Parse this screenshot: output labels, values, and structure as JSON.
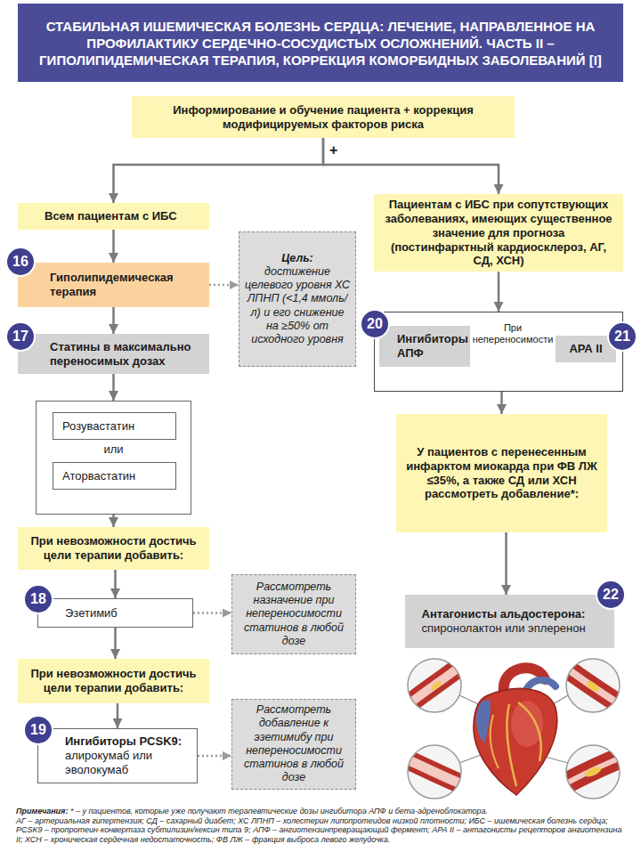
{
  "diagram": {
    "title": "СТАБИЛЬНАЯ ИШЕМИЧЕСКАЯ БОЛЕЗНЬ СЕРДЦА: ЛЕЧЕНИЕ, НАПРАВЛЕННОЕ НА ПРОФИЛАКТИКУ СЕРДЕЧНО-СОСУДИСТЫХ ОСЛОЖНЕНИЙ. ЧАСТЬ II – ГИПОЛИПИДЕМИЧЕСКАЯ ТЕРАПИЯ, КОРРЕКЦИЯ КОМОРБИДНЫХ ЗАБОЛЕВАНИЙ [I]",
    "nodes": [
      {
        "text": [
          "Информирование и обучение пациента + коррекция модифицируемых факторов риска"
        ]
      },
      {
        "text": [
          "Всем пациентам с ИБС"
        ]
      },
      {
        "text": [
          "Пациентам с ИБС при сопутствующих заболеваниях, имеющих существенное значение для прогноза (постинфарктный кардиосклероз, АГ, СД, ХСН)"
        ]
      },
      {
        "text": [
          "Гиполипидемическая терапия"
        ]
      },
      {
        "text": [
          "Цель:",
          "достижение целевого уровня ХС ЛПНП (<1,4 ммоль/л) и его снижение на ≥50% от исходного уровня"
        ]
      },
      {
        "text": [
          "Статины в максимально переносимых дозах"
        ]
      },
      {
        "text": [
          "или"
        ]
      },
      {
        "text": [
          "Розувастатин"
        ],
        "in": 6
      },
      {
        "text": [
          "Аторвастатин"
        ],
        "in": 6
      },
      {
        "text": [
          "При невозможности достичь цели терапии добавить:"
        ]
      },
      {
        "text": [
          "Эзетимиб"
        ]
      },
      {
        "text": [
          "Рассмотреть назначение при непереносимости статинов в любой дозе"
        ]
      },
      {
        "text": [
          "При невозможности достичь цели терапии добавить:"
        ]
      },
      {
        "text": [
          "Ингибиторы PCSK9:",
          "алирокумаб или эволокумаб"
        ]
      },
      {
        "text": [
          "Рассмотреть добавление к эзетимибу при непереносимости статинов в любой дозе"
        ]
      },
      {
        "text": []
      },
      {
        "text": [
          "Ингибиторы АПФ"
        ],
        "in": 15
      },
      {
        "text": [
          "АРА II"
        ],
        "in": 15
      },
      {
        "text": [
          "У пациентов с перенесенным инфарктом миокарда при ФВ ЛЖ ≤35%, а также СД или ХСН рассмотреть добавление*:"
        ]
      },
      {
        "text": [
          "Антагонисты альдостерона:",
          "спиронолактон или эплеренон"
        ]
      }
    ],
    "edges": [
      {
        "from": 0,
        "to": 1,
        "arrow": "to"
      },
      {
        "from": 0,
        "to": 2,
        "arrow": "to"
      },
      {
        "from": 1,
        "to": 3,
        "arrow": "to"
      },
      {
        "from": 3,
        "to": 4,
        "arrow": "to"
      },
      {
        "from": 3,
        "to": 5,
        "arrow": "to"
      },
      {
        "from": 5,
        "to": 6,
        "arrow": "to"
      },
      {
        "from": 6,
        "to": 9,
        "arrow": "to"
      },
      {
        "from": 9,
        "to": 10,
        "arrow": "to"
      },
      {
        "from": 10,
        "to": 11,
        "arrow": "to"
      },
      {
        "from": 10,
        "to": 12,
        "arrow": "to"
      },
      {
        "from": 12,
        "to": 13,
        "arrow": "to"
      },
      {
        "from": 13,
        "to": 14,
        "arrow": "to"
      },
      {
        "from": 2,
        "to": 15,
        "arrow": "to"
      },
      {
        "from": 16,
        "to": 17,
        "label": "При непереносимости",
        "arrow": "to"
      },
      {
        "from": 15,
        "to": 18,
        "arrow": "to"
      },
      {
        "from": 18,
        "to": 19,
        "arrow": "to"
      }
    ],
    "labels": [
      "+",
      "16",
      "17",
      "18",
      "19",
      "20",
      "21",
      "22",
      "Примечания:",
      "* – у пациентов, которые уже получают терапевтические дозы ингибитора АПФ и бета-адреноблокатора.",
      "АГ – артериальная гипертензия; СД – сахарный диабет; ХС ЛПНП – холестерин липопротеидов низкой плотности; ИБС – ишемическая болезнь сердца; PCSK9 – пропротеин-конвертаза субтилизин/кексин типа 9; АПФ – ангиотензинпревращающий фермент; АРА II – антагонисты рецепторов ангиотензина II; ХСН – хроническая сердечная недостаточность; ФВ ЛЖ – фракция выброса левого желудочка."
    ]
  }
}
